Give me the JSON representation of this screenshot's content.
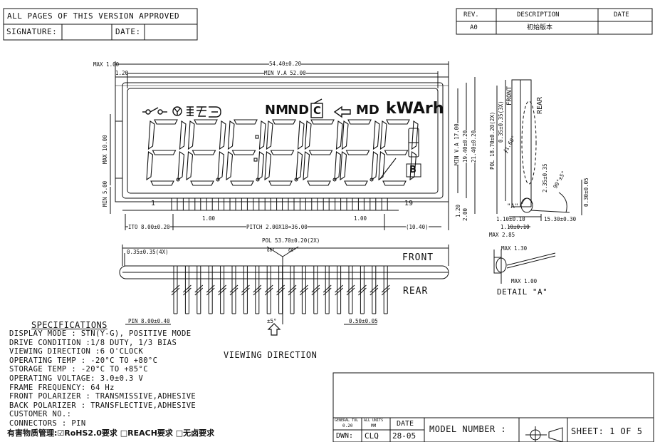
{
  "header": {
    "approval": "ALL PAGES OF THIS VERSION APPROVED",
    "signature_label": "SIGNATURE:",
    "date_label": "DATE:"
  },
  "revision": {
    "col_rev": "REV.",
    "col_desc": "DESCRIPTION",
    "col_date": "DATE",
    "rows": [
      {
        "rev": "A0",
        "desc": "初始版本",
        "date": ""
      }
    ]
  },
  "front_view": {
    "dims": {
      "max_top": "MAX 1.00",
      "overall_width": "54.40±0.20",
      "top_120": "1.20",
      "min_va": "MIN V.A 52.00",
      "max_height": "MAX 10.00",
      "min_height": "MIN 5.00",
      "min_va_h": "MIN V.A 17.00",
      "h_1940": "19.40±0.20",
      "h_2140": "21.40±0.20",
      "v_120": "1.20",
      "v_200": "2.00",
      "pin_small": "1.00",
      "pin_small2": "1.00",
      "ito": "ITO 8.00±0.20",
      "pitch": "PITCH 2.00X18=36.00",
      "right_gap": "(10.40)",
      "pin_first": "1",
      "pin_last": "19"
    },
    "icons": {
      "nm": "NM",
      "nd": "ND",
      "c": "C",
      "md": "MD",
      "kwarh": "kWArh",
      "b": "B"
    }
  },
  "side_view": {
    "dims": {
      "pol_left": "POL 18.70±0.20(2X)",
      "d035": "0.35±0.35(3X)",
      "front": "FRONT",
      "rear": "REAR",
      "angle": "∮1.60°",
      "d235": "2.35±0.35",
      "deg": "90°±5°",
      "d030": "0.30±0.05",
      "a_label": "\"A\"",
      "d110a": "1.10±0.10",
      "d1530": "15.30±0.30",
      "d110b": "1.10±0.10",
      "max285": "MAX 2.85"
    }
  },
  "pin_view": {
    "dims": {
      "pol": "POL 53.70±0.20(2X)",
      "d035": "0.35±0.35(4X)",
      "a60l": "60°",
      "a60r": "60°",
      "front": "FRONT",
      "rear": "REAR",
      "pin": "PIN 8.00±0.40",
      "d5": "±5°",
      "d050": "0.50±0.05",
      "viewing": "VIEWING DIRECTION"
    }
  },
  "detail": {
    "max130": "MAX 1.30",
    "max100": "MAX 1.00",
    "label": "DETAIL \"A\""
  },
  "specs": {
    "title": "SPECIFICATIONS",
    "lines": [
      "DISPLAY    MODE : STN(Y-G), POSITIVE MODE",
      "DRIVE  CONDITION :1/8 DUTY, 1/3 BIAS",
      "VIEWING DIRECTION :6 O'CLOCK",
      "OPERATING  TEMP : -20°C TO +80°C",
      "STORAGE    TEMP : -20°C TO +85°C",
      "OPERATING VOLTAGE: 3.0±0.3 V",
      "FRAME FREQUENCY:  64 Hz",
      "FRONT POLARIZER : TRANSMISSIVE,ADHESIVE",
      "BACK  POLARIZER : TRANSFLECTIVE,ADHESIVE",
      "CUSTOMER   NO.:",
      "CONNECTORS :        PIN"
    ],
    "rohs": "有害物质管理:☑RoHS2.0要求 □REACH要求   □无卤要求"
  },
  "titleblock": {
    "general_tol": "GENERAL TOL",
    "tol_val": "0.20",
    "all_units": "ALL UNITS",
    "units_val": "MM",
    "date_col": "DATE",
    "model": "MODEL NUMBER :",
    "dwn_label": "DWN:",
    "dwn_val": "CLQ",
    "dwn_date": "28-05",
    "sheet": "SHEET: 1 OF 5"
  }
}
